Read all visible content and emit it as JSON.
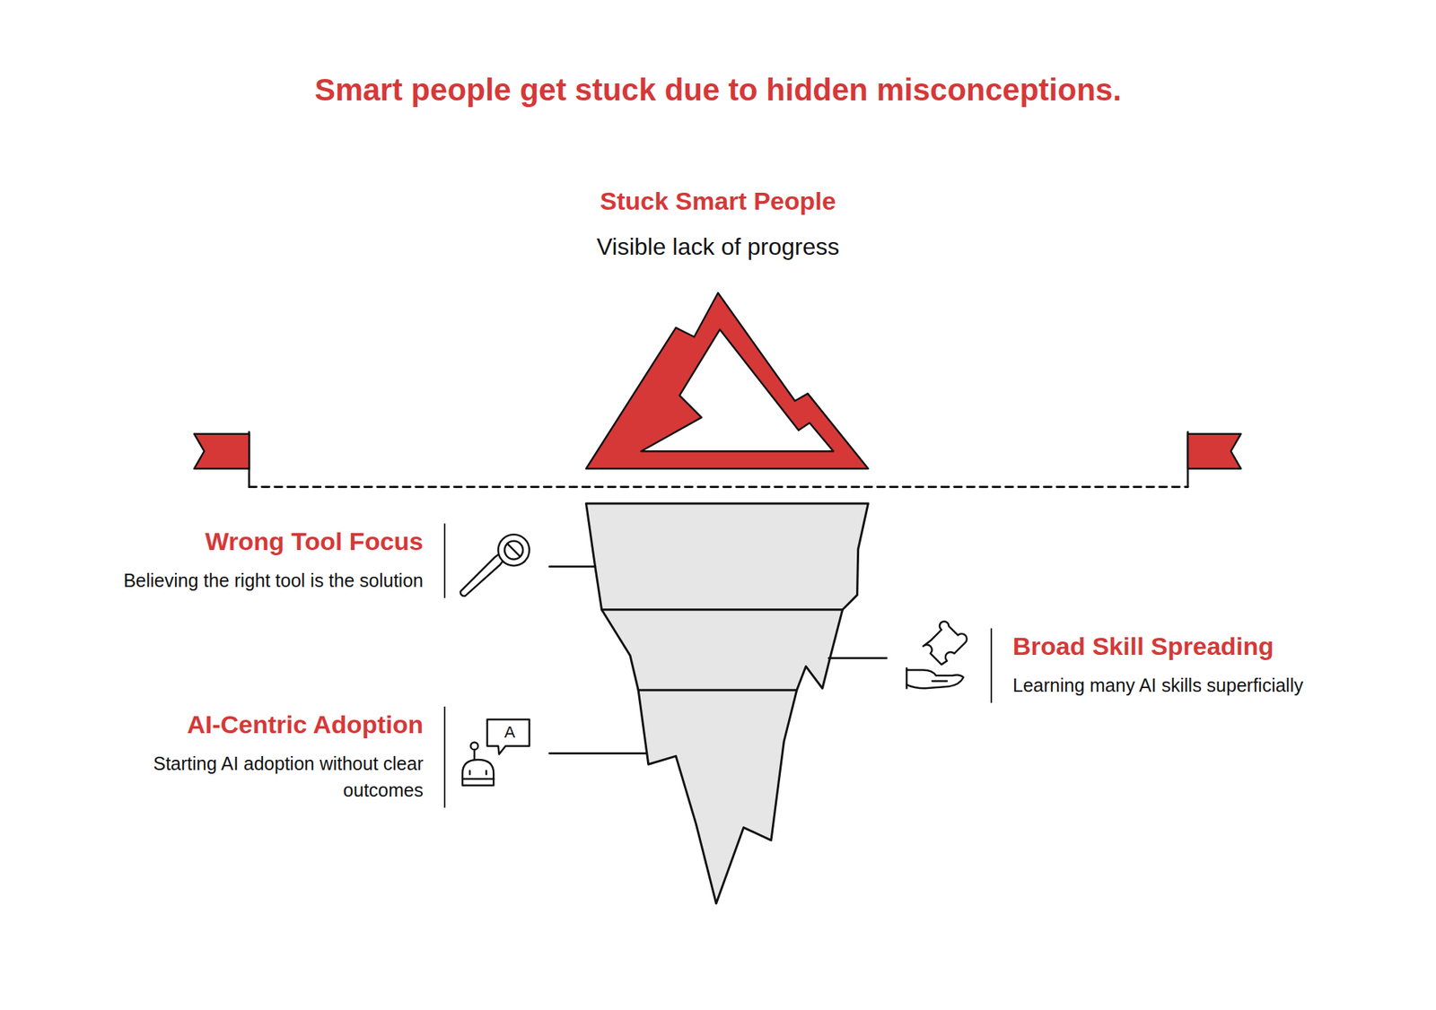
{
  "diagram": {
    "title": "Smart people get stuck due to hidden misconceptions.",
    "nodes": [
      {
        "text": [
          "Stuck Smart People",
          "Visible lack of progress"
        ]
      },
      {
        "text": [
          "Wrong Tool Focus",
          "Believing the right tool is the solution"
        ]
      },
      {
        "text": [
          "Broad Skill Spreading",
          "Learning many AI skills superficially"
        ]
      },
      {
        "text": [
          "AI-Centric Adoption",
          "Starting AI adoption without clear outcomes"
        ]
      }
    ],
    "labels": [
      "A"
    ]
  }
}
